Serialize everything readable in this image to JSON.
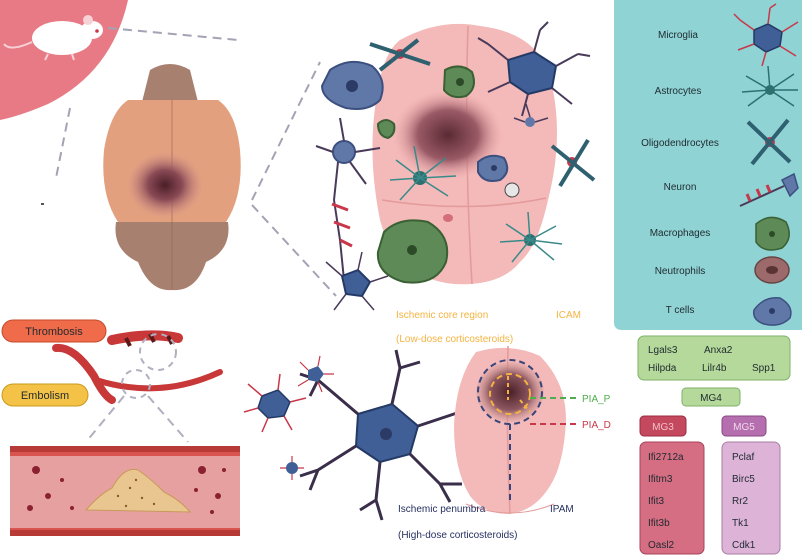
{
  "colors": {
    "panel_teal": "#8fd3d4",
    "pink_brain": "#f4b9b9",
    "mouse_bg": "#e87a86",
    "core_yellow": "#f4b340",
    "mg_green": "#b4d99a",
    "mg3_red": "#c4485e",
    "mg3_box": "#d56d83",
    "mg5_purple": "#b66fae",
    "mg5_box": "#deb3d8",
    "thrombosis": "#ef6b4a",
    "embolism": "#f4c247",
    "pia_p": "#4cae4c",
    "pia_d": "#c8384a"
  },
  "legend": {
    "items": [
      {
        "label": "Microglia",
        "icon": "microglia-icon"
      },
      {
        "label": "Astrocytes",
        "icon": "astrocyte-icon"
      },
      {
        "label": "Oligodendrocytes",
        "icon": "oligodendrocyte-icon"
      },
      {
        "label": "Neuron",
        "icon": "neuron-icon"
      },
      {
        "label": "Macrophages",
        "icon": "macrophage-icon"
      },
      {
        "label": "Neutrophils",
        "icon": "neutrophil-icon"
      },
      {
        "label": "T cells",
        "icon": "tcell-icon"
      }
    ]
  },
  "labels": {
    "thrombosis": "Thrombosis",
    "embolism": "Embolism",
    "core_region": "Ischemic core region",
    "core_dose": "(Low-dose corticosteroids)",
    "icam": "ICAM",
    "penumbra": "Ischemic penumbra",
    "penumbra_dose": "(High-dose corticosteroids)",
    "ipam": "IPAM",
    "pia_p": "PIA_P",
    "pia_d": "PIA_D"
  },
  "genes": {
    "top": [
      "Lgals3",
      "Anxa2",
      "Hilpda",
      "Lilr4b",
      "Spp1"
    ],
    "mg4": "MG4",
    "mg3": "MG3",
    "mg5": "MG5",
    "mg3_genes": [
      "Ifi2712a",
      "Ifitm3",
      "Ifit3",
      "Ifit3b",
      "Oasl2"
    ],
    "mg5_genes": [
      "Pclaf",
      "Birc5",
      "Rr2",
      "Tk1",
      "Cdk1"
    ]
  }
}
